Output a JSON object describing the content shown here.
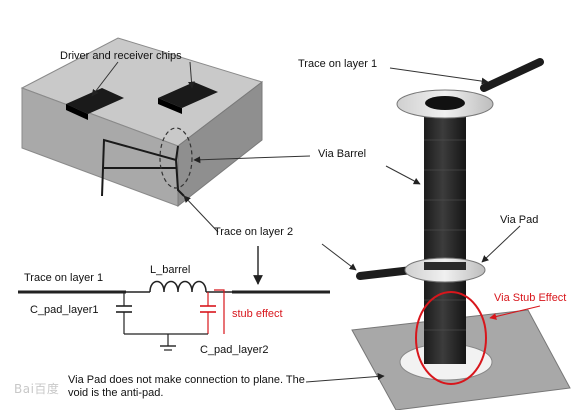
{
  "labels": {
    "driver_receiver": "Driver and receiver chips",
    "trace_layer1_top": "Trace on layer 1",
    "via_barrel": "Via Barrel",
    "trace_layer2": "Trace on layer 2",
    "via_pad": "Via Pad",
    "trace_layer1_circuit": "Trace on layer 1",
    "l_barrel": "L_barrel",
    "c_pad_layer1": "C_pad_layer1",
    "stub_effect": "stub effect",
    "c_pad_layer2": "C_pad_layer2",
    "via_stub_effect": "Via Stub Effect",
    "anti_pad_note": "Via Pad does not make connection to plane. The void is the anti-pad.",
    "watermark": "Bai百度"
  },
  "colors": {
    "accent_red": "#d8161c",
    "ink": "#111111",
    "board_top": "#c9c9c9",
    "board_side": "#9a9a9a",
    "barrel": "#2b2b2b"
  }
}
